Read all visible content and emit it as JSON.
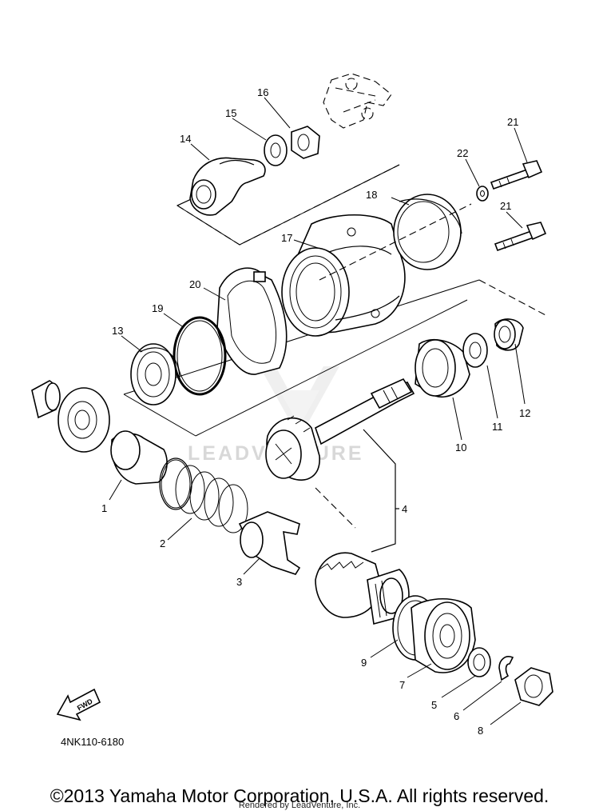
{
  "diagram": {
    "part_code": "4NK110-6180",
    "fwd_label": "FWD",
    "watermark_text": "LEADVENTURE",
    "callouts": [
      "1",
      "2",
      "3",
      "4",
      "5",
      "6",
      "7",
      "8",
      "9",
      "10",
      "11",
      "12",
      "13",
      "14",
      "15",
      "16",
      "17",
      "18",
      "19",
      "20",
      "21",
      "21",
      "22"
    ]
  },
  "footer": {
    "copyright": "©2013 Yamaha Motor Corporation, U.S.A. All rights reserved.",
    "rendered_by": "Rendered by LeadVenture, Inc."
  }
}
